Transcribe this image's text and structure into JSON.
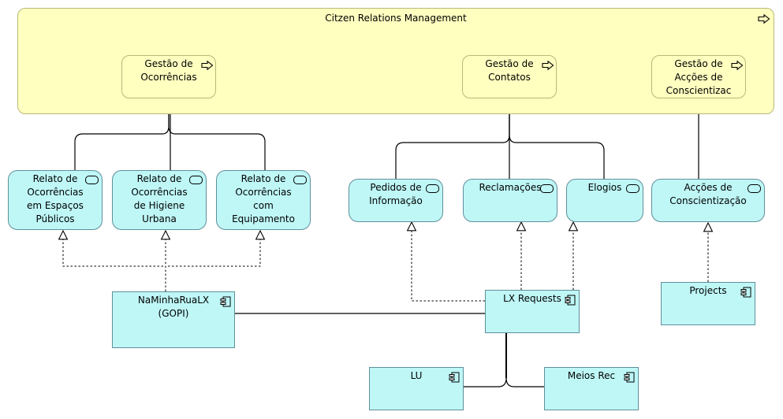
{
  "group": {
    "label": "Citzen Relations Management",
    "icon": "arrow-function-icon"
  },
  "business_functions": [
    {
      "id": "f1",
      "label": "Gestão de\nOcorrências",
      "icon": "arrow-function-icon"
    },
    {
      "id": "f2",
      "label": "Gestão de\nContatos",
      "icon": "arrow-function-icon"
    },
    {
      "id": "f3",
      "label": "Gestão de\nAcções de\nConscientizac",
      "icon": "arrow-function-icon"
    }
  ],
  "services": [
    {
      "id": "s1",
      "label": "Relato de\nOcorrências\nem Espaços\nPúblicos",
      "icon": "service-pill-icon"
    },
    {
      "id": "s2",
      "label": "Relato de\nOcorrências\nde Higiene\nUrbana",
      "icon": "service-pill-icon"
    },
    {
      "id": "s3",
      "label": "Relato de\nOcorrências\ncom\nEquipamento",
      "icon": "service-pill-icon"
    },
    {
      "id": "s4",
      "label": "Pedidos de\nInformação",
      "icon": "service-pill-icon"
    },
    {
      "id": "s5",
      "label": "Reclamações",
      "icon": "service-pill-icon"
    },
    {
      "id": "s6",
      "label": "Elogios",
      "icon": "service-pill-icon"
    },
    {
      "id": "s7",
      "label": "Acções de\nConscientização",
      "icon": "service-pill-icon"
    }
  ],
  "components": [
    {
      "id": "c1",
      "label": "NaMinhaRuaLX\n(GOPI)",
      "icon": "component-icon"
    },
    {
      "id": "c2",
      "label": "LX Requests",
      "icon": "component-icon"
    },
    {
      "id": "c3",
      "label": "Projects",
      "icon": "component-icon"
    },
    {
      "id": "c4",
      "label": "LU",
      "icon": "component-icon"
    },
    {
      "id": "c5",
      "label": "Meios Rec",
      "icon": "component-icon"
    }
  ],
  "colors": {
    "business_fill": "#ffffc0",
    "business_border": "#b8b87a",
    "application_fill": "#bff7f7",
    "application_border": "#5f8f9a"
  }
}
